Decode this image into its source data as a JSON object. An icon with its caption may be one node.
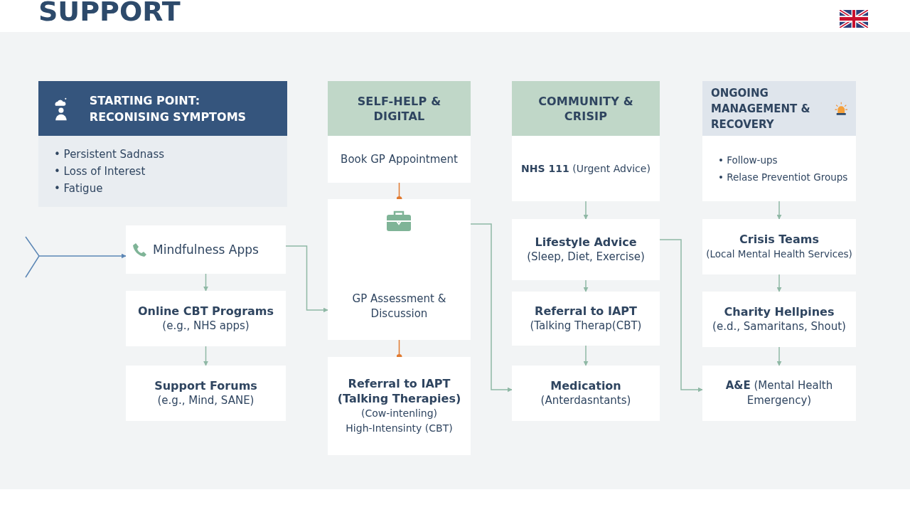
{
  "diagram": {
    "title": "SUPPORT",
    "nodes": [
      {
        "text": [
          "STARTING POINT: RECONISING SYMPTOMS"
        ]
      },
      {
        "text": [
          "• Persistent Sadnass",
          "• Loss of Interest",
          "• Fatigue"
        ]
      },
      {
        "text": [
          "Mindfulness Apps"
        ]
      },
      {
        "text": [
          "Online CBT Programs",
          "(e.g., NHS apps)"
        ]
      },
      {
        "text": [
          "Support Forums",
          "(e.g., Mind, SANE)"
        ]
      },
      {
        "text": [
          "SELF-HELP & DIGITAL"
        ]
      },
      {
        "text": [
          "Book GP Appointment"
        ]
      },
      {
        "text": [
          "GP Assessment & Discussion"
        ]
      },
      {
        "text": [
          "Referral to IAPT (Talking Therapies)",
          "(Cow-intenling)",
          "High-Intensinty (CBT)"
        ]
      },
      {
        "text": [
          "COMMUNITY & CRISIP"
        ]
      },
      {
        "text": [
          "**NHS 111** (Urgent Advice)"
        ]
      },
      {
        "text": [
          "Lifestyle Advice",
          "(Sleep, Diet, Exercise)"
        ]
      },
      {
        "text": [
          "Referral to IAPT",
          "(Talking Therap(CBT)"
        ]
      },
      {
        "text": [
          "Medication",
          "(Anterdasntants)"
        ]
      },
      {
        "text": [
          "ONGOING MANAGEMENT & RECOVERY"
        ]
      },
      {
        "text": [
          "• Follow-ups",
          "• Relase Preventiot Groups"
        ]
      },
      {
        "text": [
          "Crisis Teams",
          "(Local Mental Health Services)"
        ]
      },
      {
        "text": [
          "Charity Hellpines",
          "(e.d., Samaritans, Shout)"
        ]
      },
      {
        "text": [
          "**A&E** (Mental Health Emergency)"
        ]
      }
    ],
    "edges": [
      {
        "from": null,
        "to": 2,
        "arrow": "to",
        "color": "#5b86b5"
      },
      {
        "from": 2,
        "to": 3,
        "arrow": "to"
      },
      {
        "from": 3,
        "to": 4,
        "arrow": "to"
      },
      {
        "from": 2,
        "to": 7,
        "arrow": "to"
      },
      {
        "from": 6,
        "to": 7,
        "arrow": "other",
        "color": "#e07a30"
      },
      {
        "from": 7,
        "to": 8,
        "arrow": "other",
        "color": "#e07a30"
      },
      {
        "from": 10,
        "to": 11,
        "arrow": "to"
      },
      {
        "from": 11,
        "to": 12,
        "arrow": "to"
      },
      {
        "from": 12,
        "to": 13,
        "arrow": "to"
      },
      {
        "from": 7,
        "to": 13,
        "arrow": "to"
      },
      {
        "from": 15,
        "to": 16,
        "arrow": "to"
      },
      {
        "from": 16,
        "to": 17,
        "arrow": "to"
      },
      {
        "from": 17,
        "to": 18,
        "arrow": "to"
      },
      {
        "from": 11,
        "to": 18,
        "arrow": "to"
      }
    ]
  }
}
